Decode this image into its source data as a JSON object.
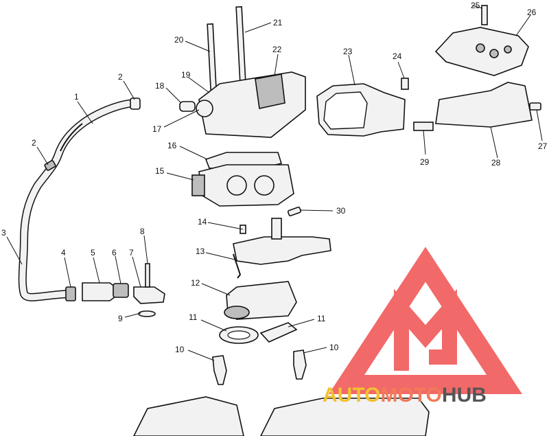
{
  "callouts": [
    {
      "id": "c1",
      "text": "1"
    },
    {
      "id": "c2a",
      "text": "2"
    },
    {
      "id": "c2b",
      "text": "2"
    },
    {
      "id": "c3",
      "text": "3"
    },
    {
      "id": "c4",
      "text": "4"
    },
    {
      "id": "c5",
      "text": "5"
    },
    {
      "id": "c6",
      "text": "6"
    },
    {
      "id": "c7",
      "text": "7"
    },
    {
      "id": "c8",
      "text": "8"
    },
    {
      "id": "c9",
      "text": "9"
    },
    {
      "id": "c10a",
      "text": "10"
    },
    {
      "id": "c10b",
      "text": "10"
    },
    {
      "id": "c11a",
      "text": "11"
    },
    {
      "id": "c11b",
      "text": "11"
    },
    {
      "id": "c12",
      "text": "12"
    },
    {
      "id": "c13",
      "text": "13"
    },
    {
      "id": "c14",
      "text": "14"
    },
    {
      "id": "c15",
      "text": "15"
    },
    {
      "id": "c16",
      "text": "16"
    },
    {
      "id": "c17",
      "text": "17"
    },
    {
      "id": "c18",
      "text": "18"
    },
    {
      "id": "c19",
      "text": "19"
    },
    {
      "id": "c20",
      "text": "20"
    },
    {
      "id": "c21",
      "text": "21"
    },
    {
      "id": "c22",
      "text": "22"
    },
    {
      "id": "c23",
      "text": "23"
    },
    {
      "id": "c24",
      "text": "24"
    },
    {
      "id": "c25",
      "text": "25"
    },
    {
      "id": "c26",
      "text": "26"
    },
    {
      "id": "c27",
      "text": "27"
    },
    {
      "id": "c28",
      "text": "28"
    },
    {
      "id": "c29",
      "text": "29"
    },
    {
      "id": "c30",
      "text": "30"
    }
  ],
  "watermark": {
    "part1": "AUTO",
    "part2": "MOTO",
    "part3": "HUB",
    "color_auto": "#f2c230",
    "color_moto": "#f07a5a",
    "color_hub": "#555555",
    "logo_color": "#f05050"
  }
}
